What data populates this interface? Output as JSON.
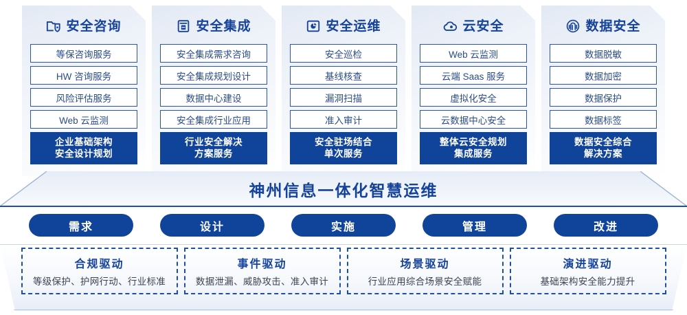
{
  "columns": [
    {
      "icon": "folder-shield-icon",
      "title": "安全咨询",
      "items": [
        "等保咨询服务",
        "HW 咨询服务",
        "风险评估服务",
        "Web 云监测"
      ],
      "summary": "企业基础架构\n安全设计规划",
      "summary_line1": "企业基础架构",
      "summary_line2": "安全设计规划"
    },
    {
      "icon": "integration-document-icon",
      "title": "安全集成",
      "items": [
        "安全集成需求咨询",
        "安全集成规划设计",
        "数据中心建设",
        "安全集成行业应用"
      ],
      "summary_line1": "行业安全解决",
      "summary_line2": "方案服务"
    },
    {
      "icon": "operations-monitor-icon",
      "title": "安全运维",
      "items": [
        "安全巡检",
        "基线核查",
        "漏洞扫描",
        "准入审计"
      ],
      "summary_line1": "安全驻场结合",
      "summary_line2": "单次服务"
    },
    {
      "icon": "cloud-icon",
      "title": "云安全",
      "items": [
        "Web 云监测",
        "云端 Saas 服务",
        "虚拟化安全",
        "云数据中心安全"
      ],
      "summary_line1": "整体云安全规划",
      "summary_line2": "集成服务"
    },
    {
      "icon": "fingerprint-icon",
      "title": "数据安全",
      "items": [
        "数据脱敏",
        "数据加密",
        "数据保护",
        "数据标签"
      ],
      "summary_line1": "数据安全综合",
      "summary_line2": "解决方案"
    }
  ],
  "banner": {
    "text": "神州信息一体化智慧运维"
  },
  "stages": [
    {
      "label": "需求"
    },
    {
      "label": "设计"
    },
    {
      "label": "实施"
    },
    {
      "label": "管理"
    },
    {
      "label": "改进"
    }
  ],
  "drivers": [
    {
      "title": "合规驱动",
      "sub": "等级保护、护网行动、行业标准"
    },
    {
      "title": "事件驱动",
      "sub": "数据泄漏、威胁攻击、准入审计"
    },
    {
      "title": "场景驱动",
      "sub": "行业应用综合场景安全赋能"
    },
    {
      "title": "演进驱动",
      "sub": "基础架构安全能力提升"
    }
  ],
  "colors": {
    "brand_blue": "#10439a",
    "title_blue": "#15439b",
    "item_border": "#2a55a5",
    "item_text": "#2b4c8c",
    "card_bg_top": "#e3e9f4",
    "dashed_border": "#1d4fa4"
  }
}
